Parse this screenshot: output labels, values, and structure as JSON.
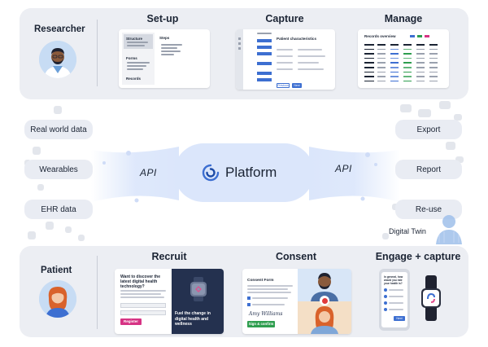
{
  "top": {
    "role": "Researcher",
    "sections": {
      "setup": "Set-up",
      "capture": "Capture",
      "manage": "Manage"
    },
    "setup_card": {
      "structure": "Structure",
      "steps": "Steps",
      "forms": "Forms",
      "records": "Records"
    },
    "capture_card": {
      "title": "Patient characteristics",
      "previous": "Previous",
      "next": "Next"
    },
    "manage_card": {
      "title": "Records overview"
    }
  },
  "middle": {
    "platform": "Platform",
    "api_left": "API",
    "api_right": "API",
    "inputs": [
      "Real world data",
      "Wearables",
      "EHR data"
    ],
    "outputs": [
      "Export",
      "Report",
      "Re-use"
    ],
    "digital_twin": "Digital Twin"
  },
  "bottom": {
    "role": "Patient",
    "sections": {
      "recruit": "Recruit",
      "consent": "Consent",
      "engage": "Engage + capture"
    },
    "recruit_card": {
      "question": "Want to discover the latest digital health technology?",
      "register": "Register",
      "tagline": "Fuel the change in digital health and wellness"
    },
    "consent_card": {
      "title": "Consent Form",
      "signature": "Amy Williams",
      "button": "Sign & confirm"
    },
    "engage_card": {
      "question": "In general, how would you rate your health is?",
      "next": "Next"
    }
  },
  "colors": {
    "accent_blue": "#3d6fd1",
    "register_pink": "#d63384",
    "sign_green": "#2e9e4f",
    "panel_gray": "#eceef3",
    "platform_blue": "#dbe6fb"
  }
}
